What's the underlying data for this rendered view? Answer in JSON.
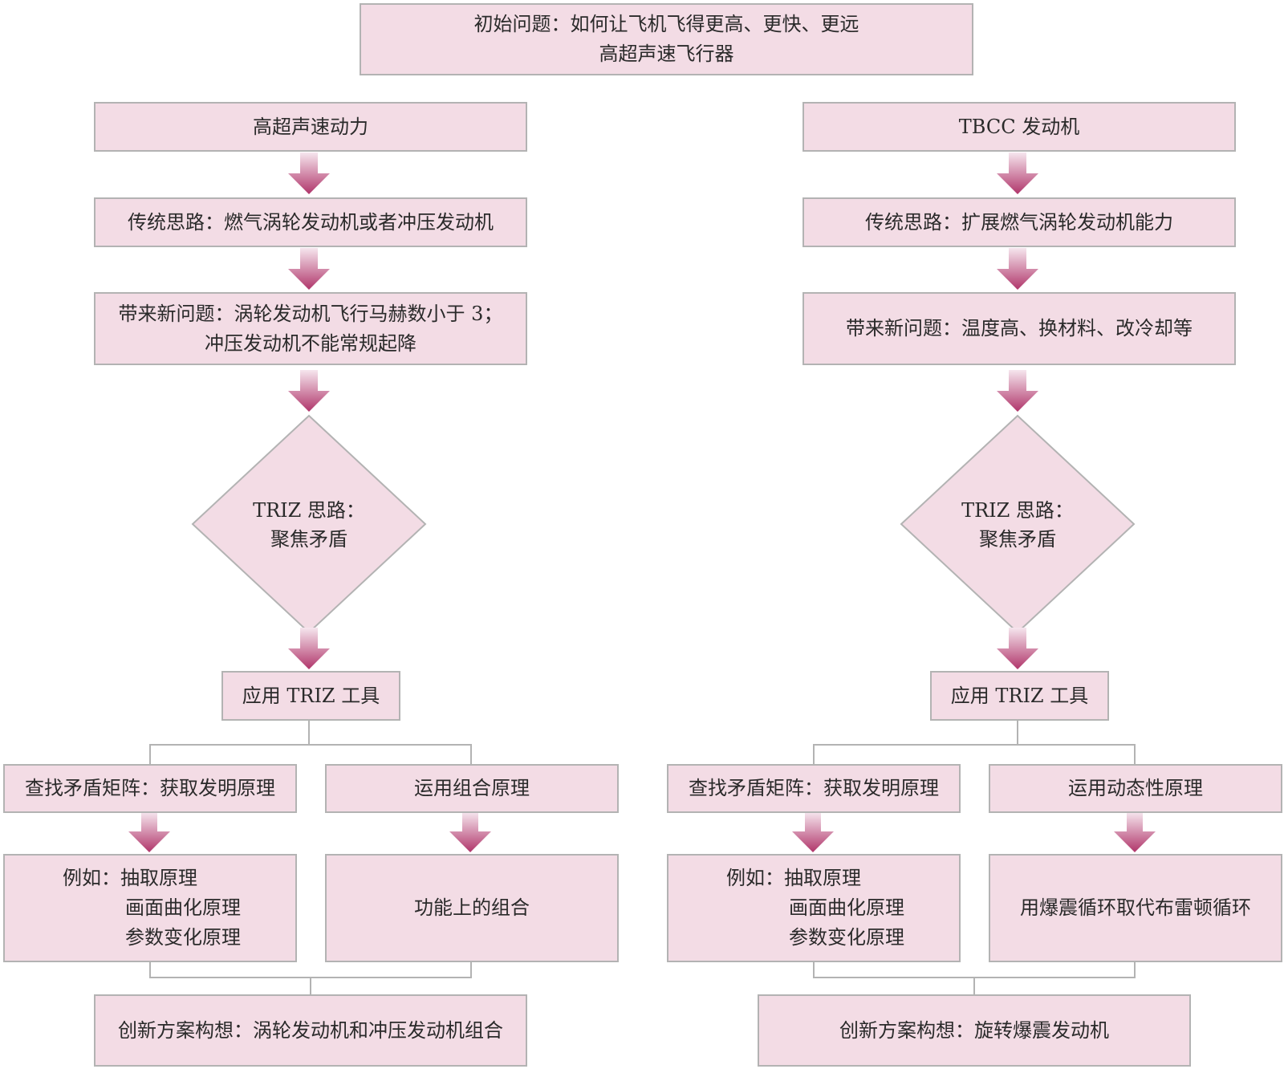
{
  "top": {
    "line1": "初始问题：如何让飞机飞得更高、更快、更远",
    "line2": "高超声速飞行器"
  },
  "left": {
    "header": "高超声速动力",
    "traditional": "传统思路：燃气涡轮发动机或者冲压发动机",
    "new_problem_line1": "带来新问题：涡轮发动机飞行马赫数小于 3；",
    "new_problem_line2": "冲压发动机不能常规起降",
    "triz_line1": "TRIZ 思路：",
    "triz_line2": "聚焦矛盾",
    "apply": "应用 TRIZ 工具",
    "branch_a": "查找矛盾矩阵：获取发明原理",
    "branch_b": "运用组合原理",
    "example_line1": "例如：抽取原理",
    "example_line2": "画面曲化原理",
    "example_line3": "参数变化原理",
    "result_b": "功能上的组合",
    "final": "创新方案构想：涡轮发动机和冲压发动机组合"
  },
  "right": {
    "header": "TBCC 发动机",
    "traditional": "传统思路：扩展燃气涡轮发动机能力",
    "new_problem": "带来新问题：温度高、换材料、改冷却等",
    "triz_line1": "TRIZ 思路：",
    "triz_line2": "聚焦矛盾",
    "apply": "应用 TRIZ 工具",
    "branch_a": "查找矛盾矩阵：获取发明原理",
    "branch_b": "运用动态性原理",
    "example_line1": "例如：抽取原理",
    "example_line2": "画面曲化原理",
    "example_line3": "参数变化原理",
    "result_b": "用爆震循环取代布雷顿循环",
    "final": "创新方案构想：旋转爆震发动机"
  }
}
